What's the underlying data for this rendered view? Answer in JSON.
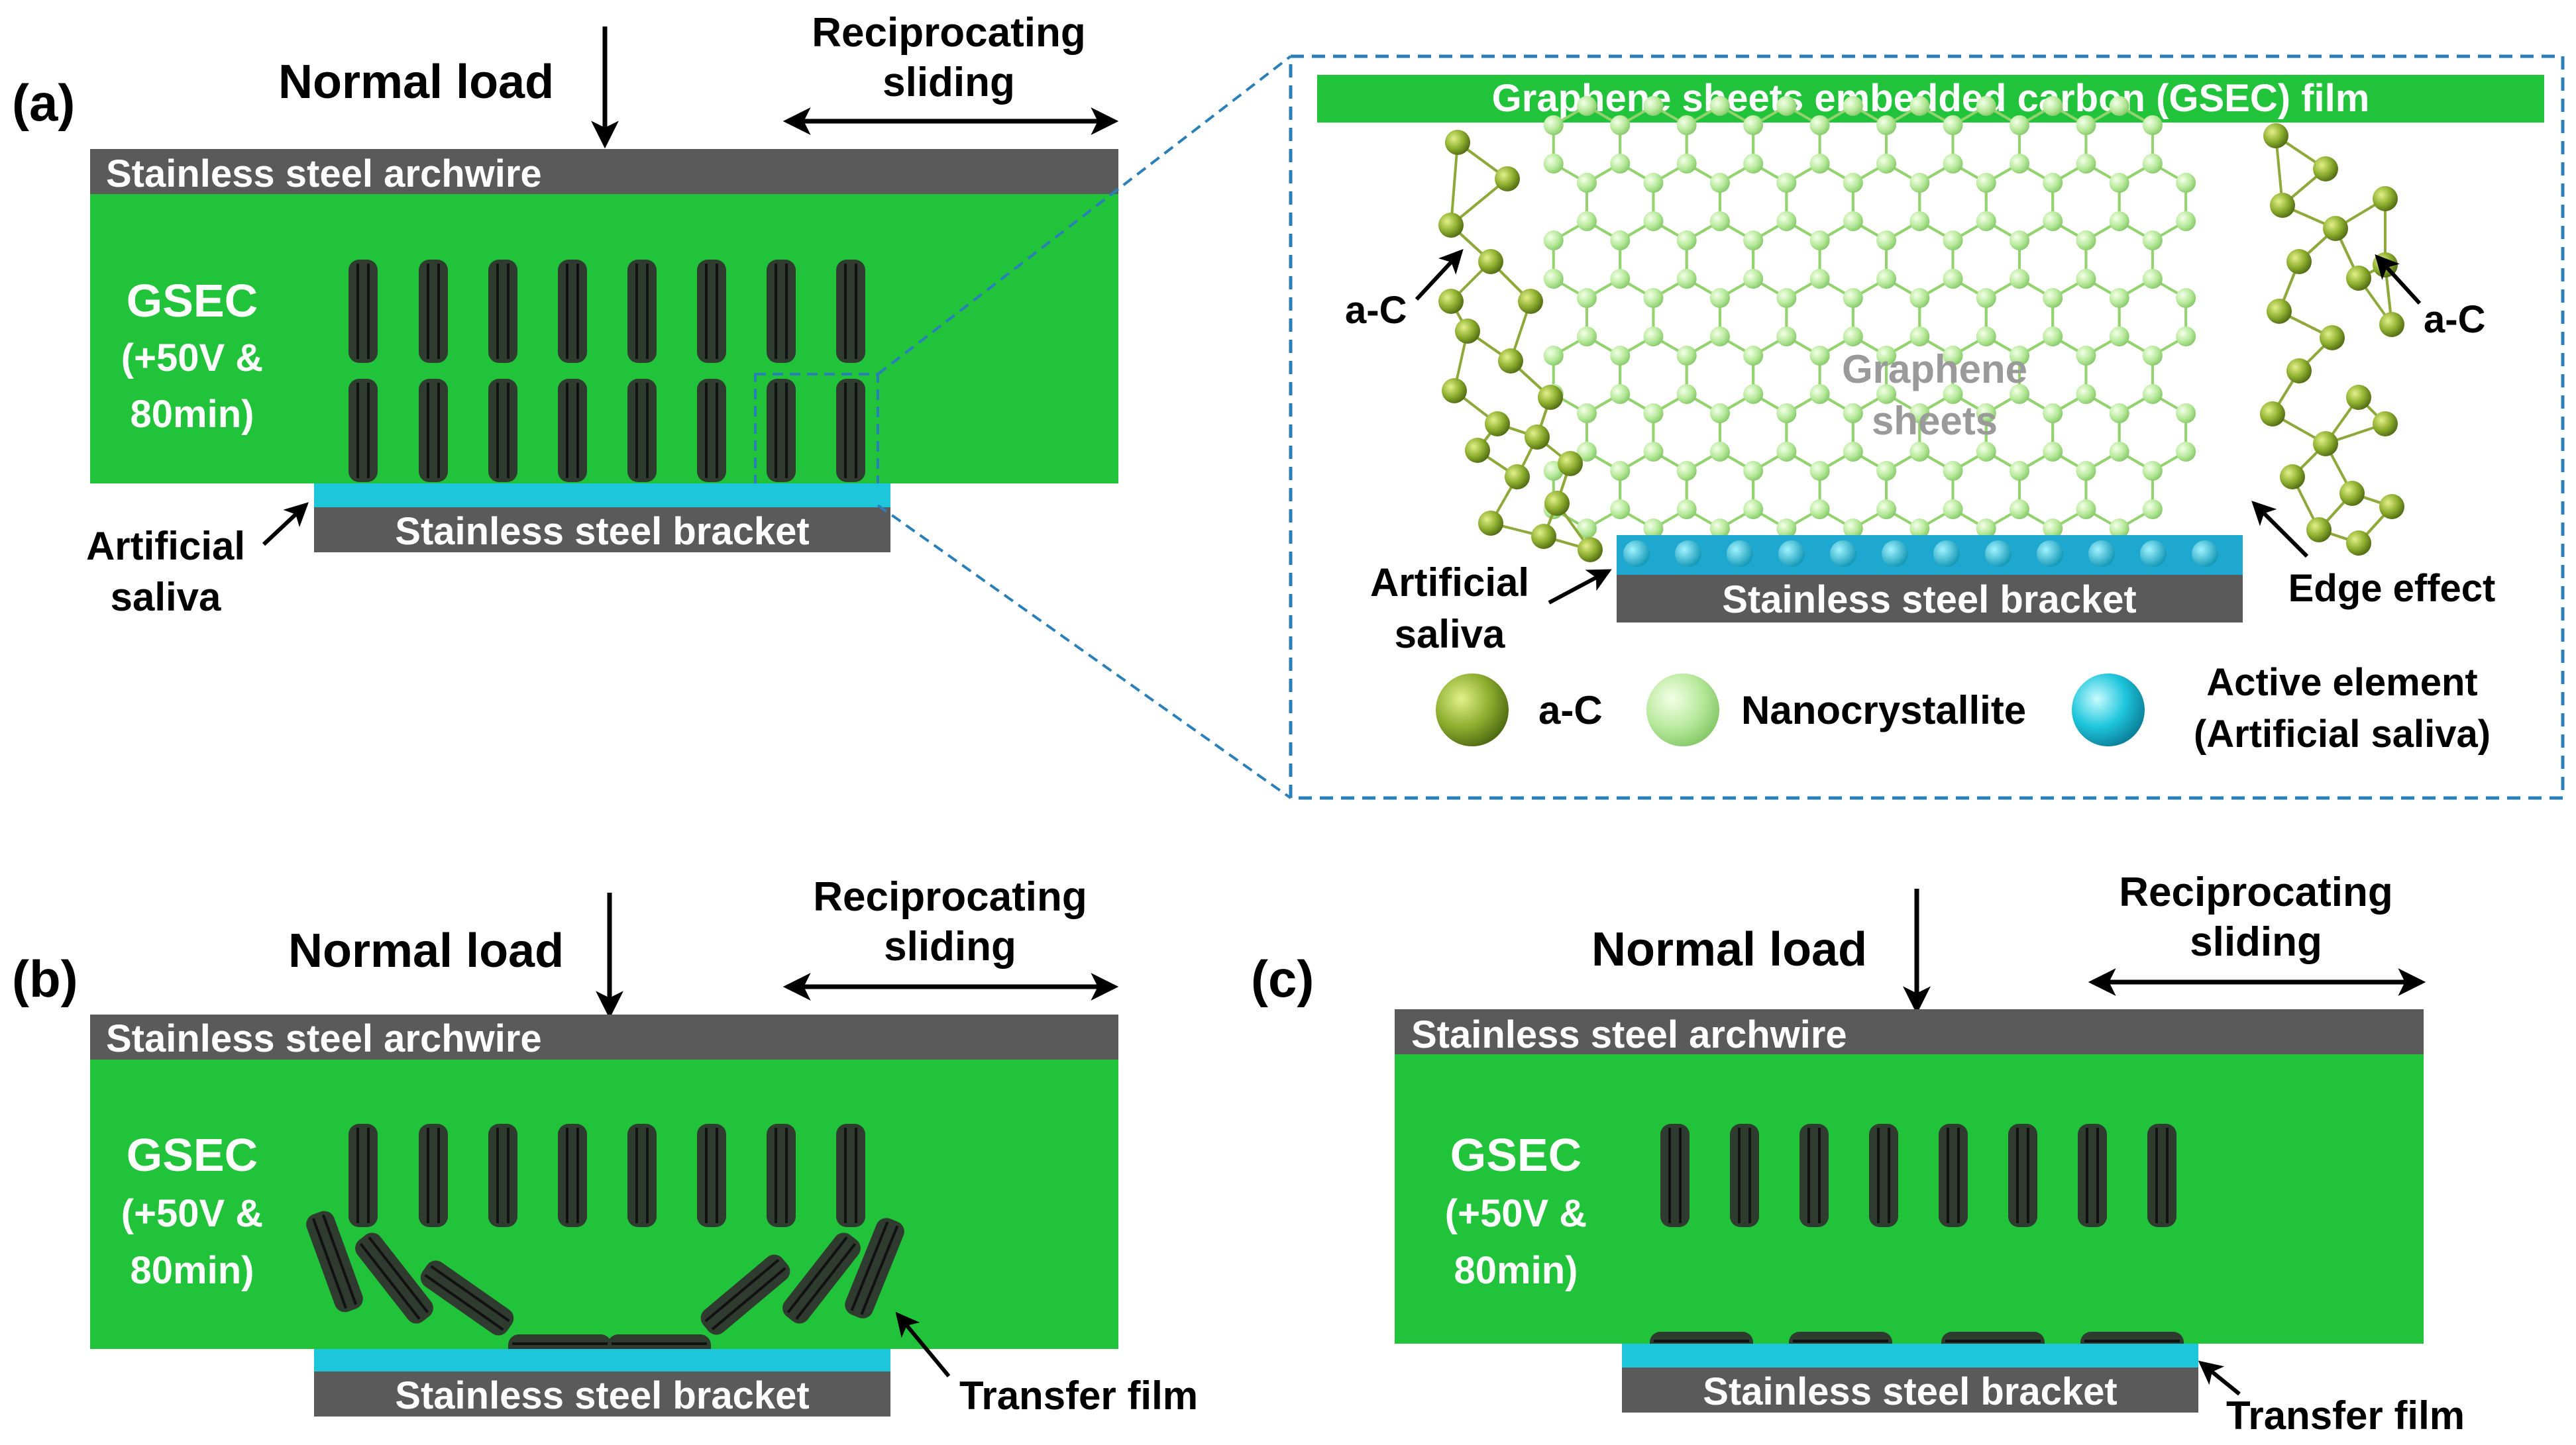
{
  "colors": {
    "green": "#21c33a",
    "dark_grey": "#5a5a5a",
    "cyan": "#1ec6dc",
    "callout_dash": "#2b7fb8",
    "ac_sphere": "#8aa52c",
    "nano_sphere": "#b4e89a",
    "lattice_line": "#92d36e",
    "ac_line": "#8fa83a",
    "sheet_dark": "#2d3a2d"
  },
  "panel_a": {
    "label": "(a)",
    "normal_load": "Normal load",
    "reciprocating_1": "Reciprocating",
    "reciprocating_2": "sliding",
    "archwire": "Stainless steel archwire",
    "gsec_1": "GSEC",
    "gsec_2": "(+50V &",
    "gsec_3": "80min)",
    "saliva_1": "Artificial",
    "saliva_2": "saliva",
    "bracket": "Stainless steel bracket"
  },
  "zoom": {
    "film_title": "Graphene sheets embedded carbon (GSEC) film",
    "ac_left": "a-C",
    "ac_right": "a-C",
    "graphene_1": "Graphene",
    "graphene_2": "sheets",
    "saliva_1": "Artificial",
    "saliva_2": "saliva",
    "bracket": "Stainless steel bracket",
    "edge_effect": "Edge effect",
    "legend_ac": "a-C",
    "legend_nano": "Nanocrystallite",
    "legend_active_1": "Active element",
    "legend_active_2": "(Artificial saliva)"
  },
  "panel_b": {
    "label": "(b)",
    "normal_load": "Normal load",
    "reciprocating_1": "Reciprocating",
    "reciprocating_2": "sliding",
    "archwire": "Stainless steel archwire",
    "gsec_1": "GSEC",
    "gsec_2": "(+50V &",
    "gsec_3": "80min)",
    "bracket": "Stainless steel bracket",
    "transfer_film": "Transfer film"
  },
  "panel_c": {
    "label": "(c)",
    "normal_load": "Normal load",
    "reciprocating_1": "Reciprocating",
    "reciprocating_2": "sliding",
    "archwire": "Stainless steel archwire",
    "gsec_1": "GSEC",
    "gsec_2": "(+50V &",
    "gsec_3": "80min)",
    "bracket": "Stainless steel bracket",
    "transfer_film": "Transfer film"
  }
}
